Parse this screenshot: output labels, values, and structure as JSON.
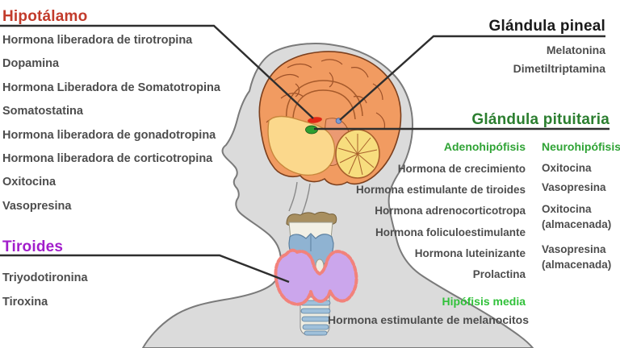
{
  "diagram": {
    "text_color": "#4D4D4D",
    "hypothalamus": {
      "title": "Hipotálamo",
      "title_color": "#C23B2B",
      "hormones": [
        "Hormona liberadora de tirotropina",
        "Dopamina",
        "Hormona Liberadora de Somatotropina",
        "Somatostatina",
        "Hormona liberadora de gonadotropina",
        "Hormona liberadora de corticotropina",
        "Oxitocina",
        "Vasopresina"
      ]
    },
    "thyroid": {
      "title": "Tiroides",
      "title_color": "#A21ECB",
      "hormones": [
        "Triyodotironina",
        "Tiroxina"
      ]
    },
    "pineal": {
      "title": "Glándula pineal",
      "title_color": "#1A1A1A",
      "hormones": [
        "Melatonina",
        "Dimetiltriptamina"
      ]
    },
    "pituitary": {
      "title": "Glándula pituitaria",
      "title_color": "#2B7E2F",
      "anterior": {
        "title": "Adenohipófisis",
        "title_color": "#2FA335",
        "hormones": [
          "Hormona de crecimiento",
          "Hormona estimulante de tiroides",
          "Hormona adrenocorticotropa",
          "Hormona foliculoestimulante",
          "Hormona luteinizante",
          "Prolactina"
        ]
      },
      "posterior": {
        "title": "Neurohipófisis",
        "title_color": "#2FA335",
        "hormones": [
          {
            "label": "Oxitocina",
            "sub": ""
          },
          {
            "label": "Vasopresina",
            "sub": ""
          },
          {
            "label": "Oxitocina",
            "sub": "(almacenada)"
          },
          {
            "label": "Vasopresina",
            "sub": "(almacenada)"
          }
        ]
      },
      "intermediate": {
        "title": "Hipófisis media",
        "title_color": "#31C13A",
        "hormones": [
          "Hormona estimulante de melanocitos"
        ]
      }
    },
    "markers": {
      "hypothalamus_color": "#E02815",
      "pituitary_color": "#2E9E30",
      "pineal_color": "#7B9BD4"
    }
  }
}
